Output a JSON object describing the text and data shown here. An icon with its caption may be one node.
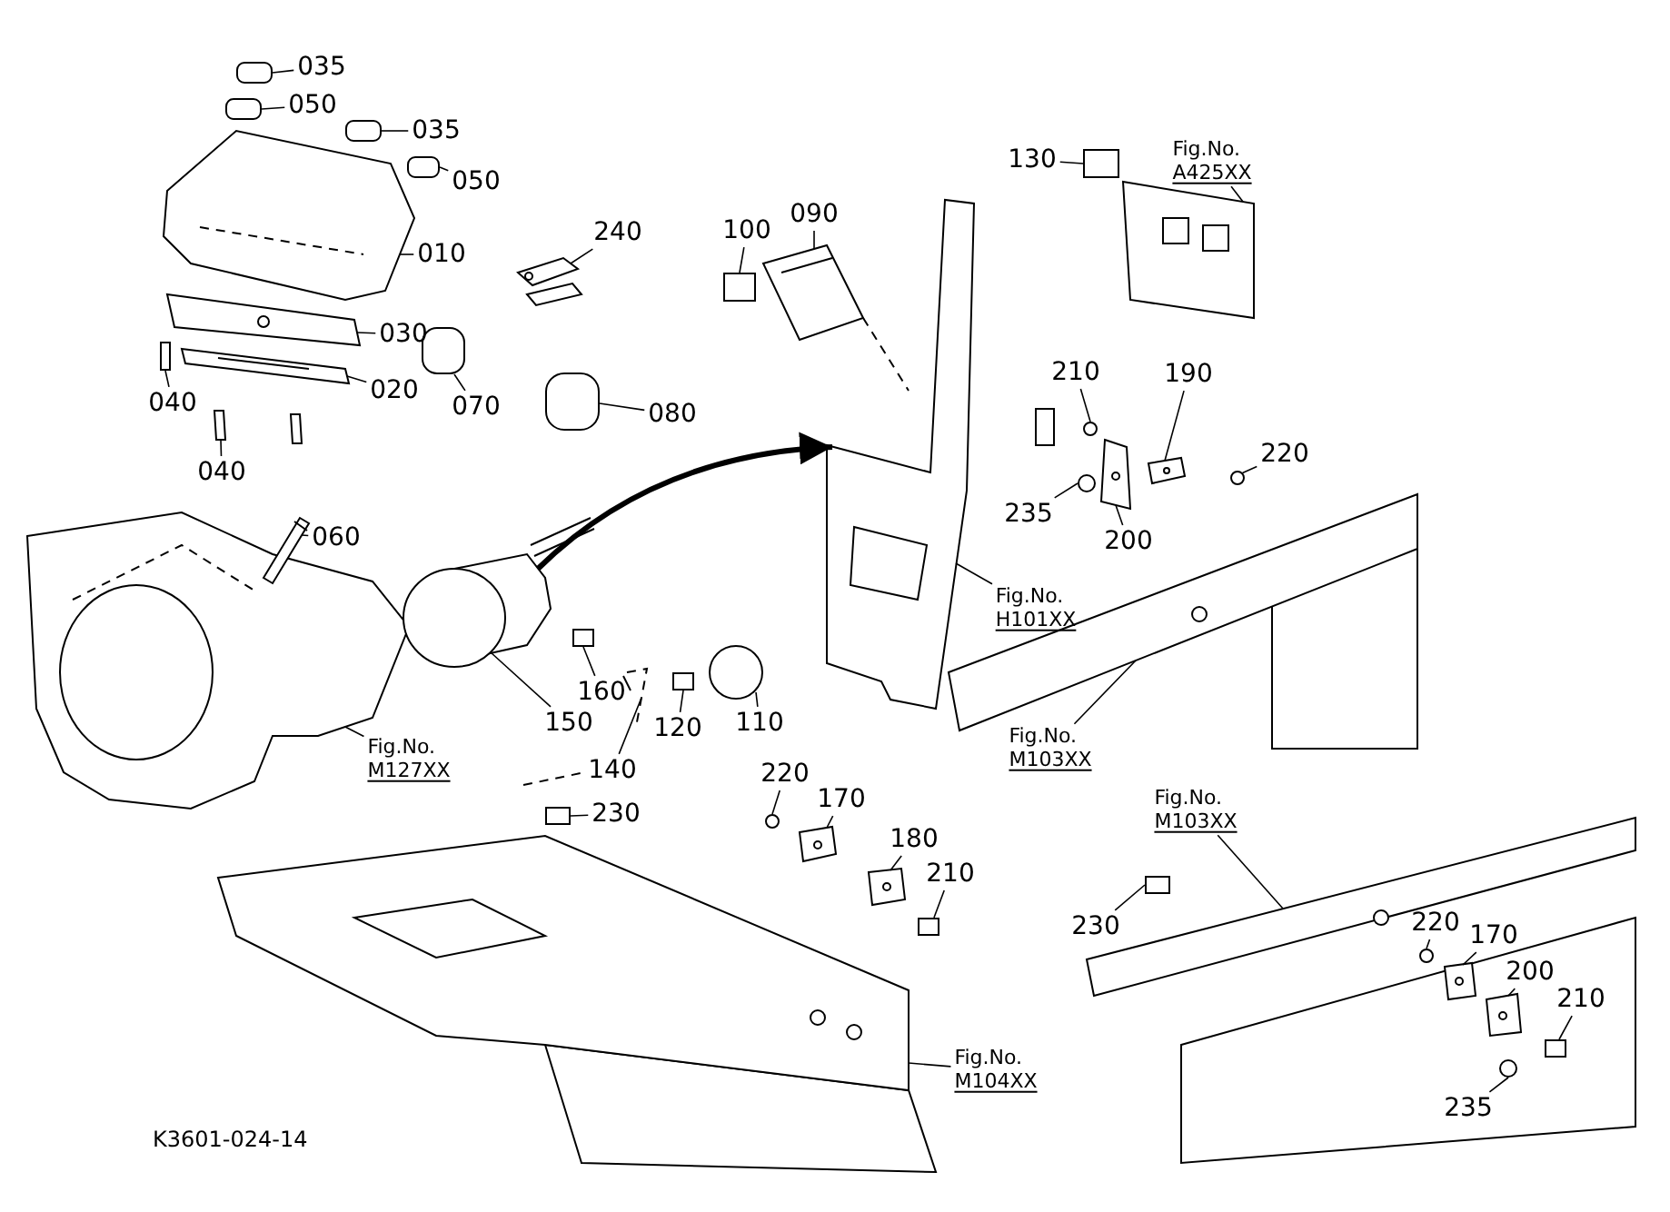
{
  "diagram": {
    "nodes": [
      {
        "text": [
          "035"
        ]
      },
      {
        "text": [
          "050"
        ]
      },
      {
        "text": [
          "035"
        ]
      },
      {
        "text": [
          "050"
        ]
      },
      {
        "text": [
          "010"
        ]
      },
      {
        "text": [
          "240"
        ]
      },
      {
        "text": [
          "030"
        ]
      },
      {
        "text": [
          "020"
        ]
      },
      {
        "text": [
          "040"
        ]
      },
      {
        "text": [
          "070"
        ]
      },
      {
        "text": [
          "040"
        ]
      },
      {
        "text": [
          "080"
        ]
      },
      {
        "text": [
          "060"
        ]
      },
      {
        "text": [
          "100"
        ]
      },
      {
        "text": [
          "090"
        ]
      },
      {
        "text": [
          "130"
        ]
      },
      {
        "text": [
          "Fig.No.",
          "A425XX"
        ]
      },
      {
        "text": [
          "210"
        ]
      },
      {
        "text": [
          "190"
        ]
      },
      {
        "text": [
          "220"
        ]
      },
      {
        "text": [
          "235"
        ]
      },
      {
        "text": [
          "200"
        ]
      },
      {
        "text": [
          "Fig.No.",
          "H101XX"
        ]
      },
      {
        "text": [
          "160"
        ]
      },
      {
        "text": [
          "150"
        ]
      },
      {
        "text": [
          "120"
        ]
      },
      {
        "text": [
          "110"
        ]
      },
      {
        "text": [
          "Fig.No.",
          "M127XX"
        ]
      },
      {
        "text": [
          "140"
        ]
      },
      {
        "text": [
          "Fig.No.",
          "M103XX"
        ]
      },
      {
        "text": [
          "230"
        ]
      },
      {
        "text": [
          "220"
        ]
      },
      {
        "text": [
          "170"
        ]
      },
      {
        "text": [
          "180"
        ]
      },
      {
        "text": [
          "210"
        ]
      },
      {
        "text": [
          "Fig.No.",
          "M103XX"
        ]
      },
      {
        "text": [
          "230"
        ]
      },
      {
        "text": [
          "220"
        ]
      },
      {
        "text": [
          "170"
        ]
      },
      {
        "text": [
          "200"
        ]
      },
      {
        "text": [
          "210"
        ]
      },
      {
        "text": [
          "235"
        ]
      },
      {
        "text": [
          "Fig.No.",
          "M104XX"
        ]
      },
      {
        "text": [],
        "shape": "box"
      },
      {
        "text": [],
        "shape": "box"
      },
      {
        "text": [],
        "shape": "box"
      },
      {
        "text": [],
        "shape": "box"
      },
      {
        "text": [],
        "shape": "picture"
      },
      {
        "text": [],
        "shape": "picture"
      },
      {
        "text": [],
        "shape": "picture"
      },
      {
        "text": [],
        "shape": "picture"
      },
      {
        "text": [],
        "shape": "box"
      },
      {
        "text": [],
        "shape": "box"
      },
      {
        "text": [],
        "shape": "picture"
      },
      {
        "text": [],
        "shape": "box"
      },
      {
        "text": [],
        "shape": "picture"
      },
      {
        "text": [],
        "shape": "box"
      },
      {
        "text": [],
        "shape": "picture"
      },
      {
        "text": [],
        "shape": "box"
      },
      {
        "text": [],
        "shape": "picture"
      },
      {
        "text": [],
        "shape": "circle"
      },
      {
        "text": [],
        "shape": "picture"
      },
      {
        "text": [],
        "shape": "circle"
      },
      {
        "text": [],
        "shape": "circle"
      },
      {
        "text": [],
        "shape": "picture"
      },
      {
        "text": [],
        "shape": "picture"
      },
      {
        "text": [],
        "shape": "box"
      },
      {
        "text": [],
        "shape": "picture"
      },
      {
        "text": [],
        "shape": "box"
      },
      {
        "text": [],
        "shape": "circle"
      },
      {
        "text": [],
        "shape": "picture"
      },
      {
        "text": [],
        "shape": "picture"
      },
      {
        "text": [],
        "shape": "picture"
      },
      {
        "text": [],
        "shape": "box"
      },
      {
        "text": [],
        "shape": "circle"
      },
      {
        "text": [],
        "shape": "picture"
      },
      {
        "text": [],
        "shape": "picture"
      },
      {
        "text": [],
        "shape": "box"
      },
      {
        "text": [],
        "shape": "picture"
      },
      {
        "text": [],
        "shape": "box"
      },
      {
        "text": [],
        "shape": "circle"
      },
      {
        "text": [],
        "shape": "picture"
      },
      {
        "text": [],
        "shape": "picture"
      },
      {
        "text": [],
        "shape": "box"
      },
      {
        "text": [],
        "shape": "circle"
      },
      {
        "text": [],
        "shape": "picture"
      }
    ],
    "edges": [
      {
        "from": 0,
        "to": 43,
        "arrow": "none"
      },
      {
        "from": 1,
        "to": 44,
        "arrow": "none"
      },
      {
        "from": 2,
        "to": 45,
        "arrow": "none"
      },
      {
        "from": 3,
        "to": 46,
        "arrow": "none"
      },
      {
        "from": 4,
        "to": 47,
        "arrow": "none"
      },
      {
        "from": 5,
        "to": 48,
        "arrow": "none"
      },
      {
        "from": 6,
        "to": 49,
        "arrow": "none"
      },
      {
        "from": 7,
        "to": 50,
        "arrow": "none"
      },
      {
        "from": 8,
        "to": 51,
        "arrow": "none"
      },
      {
        "from": 9,
        "to": 52,
        "arrow": "none"
      },
      {
        "from": 10,
        "to": 53,
        "arrow": "none"
      },
      {
        "from": 11,
        "to": 54,
        "arrow": "none"
      },
      {
        "from": 12,
        "to": 55,
        "arrow": "none"
      },
      {
        "from": 13,
        "to": 56,
        "arrow": "none"
      },
      {
        "from": 14,
        "to": 57,
        "arrow": "none"
      },
      {
        "from": 15,
        "to": 58,
        "arrow": "none"
      },
      {
        "from": 16,
        "to": 59,
        "arrow": "none"
      },
      {
        "from": 17,
        "to": 60,
        "arrow": "none"
      },
      {
        "from": 18,
        "to": 61,
        "arrow": "none"
      },
      {
        "from": 19,
        "to": 62,
        "arrow": "none"
      },
      {
        "from": 20,
        "to": 63,
        "arrow": "none"
      },
      {
        "from": 21,
        "to": 64,
        "arrow": "none"
      },
      {
        "from": 22,
        "to": 65,
        "arrow": "none"
      },
      {
        "from": 23,
        "to": 66,
        "arrow": "none"
      },
      {
        "from": 24,
        "to": 67,
        "arrow": "none"
      },
      {
        "from": 25,
        "to": 68,
        "arrow": "none"
      },
      {
        "from": 26,
        "to": 69,
        "arrow": "none"
      },
      {
        "from": 27,
        "to": 70,
        "arrow": "none"
      },
      {
        "from": 28,
        "to": 71,
        "arrow": "none"
      },
      {
        "from": 29,
        "to": 72,
        "arrow": "none"
      },
      {
        "from": 30,
        "to": 73,
        "arrow": "none"
      },
      {
        "from": 31,
        "to": 74,
        "arrow": "none"
      },
      {
        "from": 32,
        "to": 75,
        "arrow": "none"
      },
      {
        "from": 33,
        "to": 76,
        "arrow": "none"
      },
      {
        "from": 34,
        "to": 77,
        "arrow": "none"
      },
      {
        "from": 35,
        "to": 78,
        "arrow": "none"
      },
      {
        "from": 36,
        "to": 79,
        "arrow": "none"
      },
      {
        "from": 37,
        "to": 80,
        "arrow": "none"
      },
      {
        "from": 38,
        "to": 81,
        "arrow": "none"
      },
      {
        "from": 39,
        "to": 82,
        "arrow": "none"
      },
      {
        "from": 40,
        "to": 83,
        "arrow": "none"
      },
      {
        "from": 41,
        "to": 84,
        "arrow": "none"
      },
      {
        "from": 42,
        "to": 85,
        "arrow": "none"
      },
      {
        "from": 67,
        "to": 65,
        "arrow": "to",
        "style": "thick"
      }
    ],
    "labels": [
      "K3601-024-14"
    ]
  }
}
